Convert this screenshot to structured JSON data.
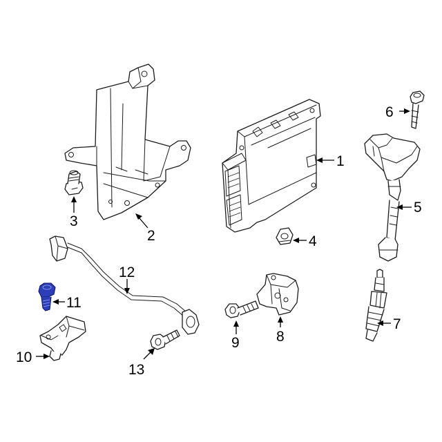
{
  "callouts": [
    {
      "id": "1",
      "label": "1"
    },
    {
      "id": "2",
      "label": "2"
    },
    {
      "id": "3",
      "label": "3"
    },
    {
      "id": "4",
      "label": "4"
    },
    {
      "id": "5",
      "label": "5"
    },
    {
      "id": "6",
      "label": "6"
    },
    {
      "id": "7",
      "label": "7"
    },
    {
      "id": "8",
      "label": "8"
    },
    {
      "id": "9",
      "label": "9"
    },
    {
      "id": "10",
      "label": "10"
    },
    {
      "id": "11",
      "label": "11"
    },
    {
      "id": "12",
      "label": "12"
    },
    {
      "id": "13",
      "label": "13"
    }
  ],
  "highlighted_callout": "11",
  "colors": {
    "highlight": "#2c3fb8",
    "line": "#1a1a1a",
    "background": "#ffffff"
  }
}
